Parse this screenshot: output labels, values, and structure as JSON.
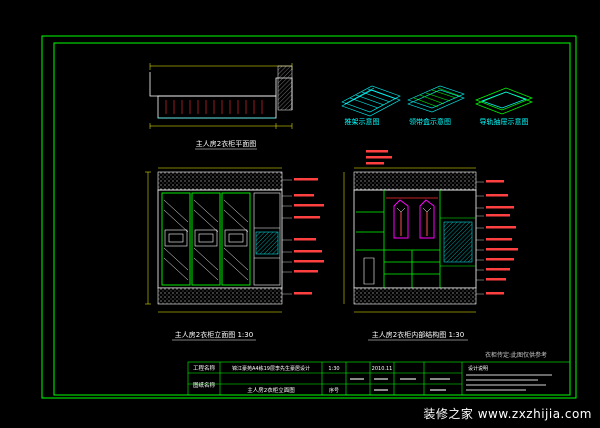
{
  "titles": {
    "plan": "主人房2衣柜平面图",
    "elevation": "主人房2衣柜立面图 1:30",
    "structure": "主人房2衣柜内部结构图 1:30",
    "hanger_rack": "推架示意图",
    "tie_box": "领带盒示意图",
    "drawer": "导轨抽屉示意图"
  },
  "note": "衣柜传定:此图仅供参考",
  "title_block": {
    "project_label": "工程名称",
    "project_name": "锦江豪苑A4栋19层李先生豪居设计",
    "drawing_label": "图纸名称",
    "drawing_name": "主人房2衣柜立面图",
    "scale": "1:30",
    "date": "2010.11",
    "number_label": "序号",
    "design_note": "设计说明"
  },
  "watermark": "装修之家 www.zxzhijia.com",
  "colors": {
    "frame": "#00ff00",
    "cyan": "#00ffff",
    "yellow": "#ffff00",
    "white": "#ffffff",
    "magenta": "#ff00ff",
    "red": "#ff3030"
  }
}
